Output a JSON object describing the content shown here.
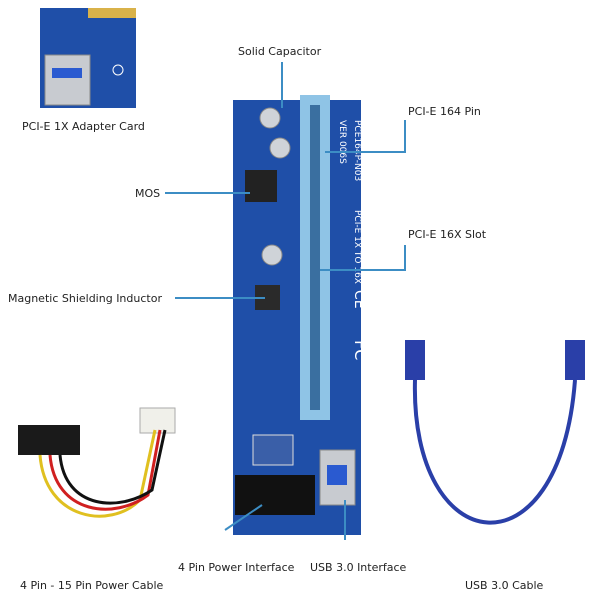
{
  "labels": {
    "solid_capacitor": "Solid Capacitor",
    "pcie_164_pin": "PCI-E 164 Pin",
    "adapter_card": "PCI-E 1X Adapter Card",
    "mos": "MOS",
    "pcie_16x_slot": "PCI-E 16X Slot",
    "inductor": "Magnetic Shielding Inductor",
    "power_interface": "4 Pin Power Interface",
    "usb_interface": "USB 3.0 Interface",
    "power_cable": "4 Pin - 15 Pin Power Cable",
    "usb_cable": "USB 3.0 Cable"
  },
  "board_text": {
    "model": "PCE164P-N03",
    "version": "VER 006S",
    "desc": "PCI-E 1X TO 16X",
    "ce": "CE",
    "fc": "FC"
  },
  "colors": {
    "board": "#1f4fa8",
    "slot": "#8fc4e6",
    "callout": "#3c8dc4",
    "usb_cable": "#2a3fa8"
  }
}
